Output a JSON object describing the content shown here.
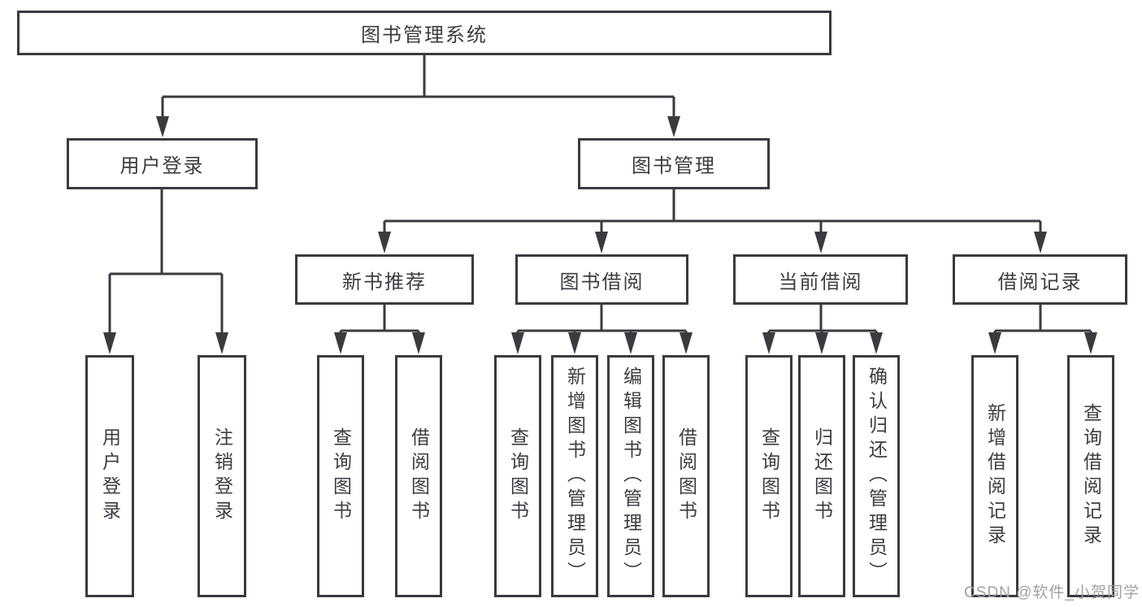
{
  "diagram": {
    "root": {
      "label": "图书管理系统"
    },
    "branches": [
      {
        "label": "用户登录",
        "children": [
          {
            "label": "用户登录"
          },
          {
            "label": "注销登录"
          }
        ]
      },
      {
        "label": "图书管理",
        "children": [
          {
            "label": "新书推荐",
            "children": [
              {
                "label": "查询图书"
              },
              {
                "label": "借阅图书"
              }
            ]
          },
          {
            "label": "图书借阅",
            "children": [
              {
                "label": "查询图书"
              },
              {
                "label": "新增图书（管理员）"
              },
              {
                "label": "编辑图书（管理员）"
              },
              {
                "label": "借阅图书"
              }
            ]
          },
          {
            "label": "当前借阅",
            "children": [
              {
                "label": "查询图书"
              },
              {
                "label": "归还图书"
              },
              {
                "label": "确认归还（管理员）"
              }
            ]
          },
          {
            "label": "借阅记录",
            "children": [
              {
                "label": "新增借阅记录"
              },
              {
                "label": "查询借阅记录"
              }
            ]
          }
        ]
      }
    ],
    "watermark": "CSDN @软件_小贺同学",
    "colors": {
      "line": "#3a3a40",
      "text": "#3c3c44",
      "background": "#ffffff",
      "watermark": "#9b9ba3"
    }
  }
}
